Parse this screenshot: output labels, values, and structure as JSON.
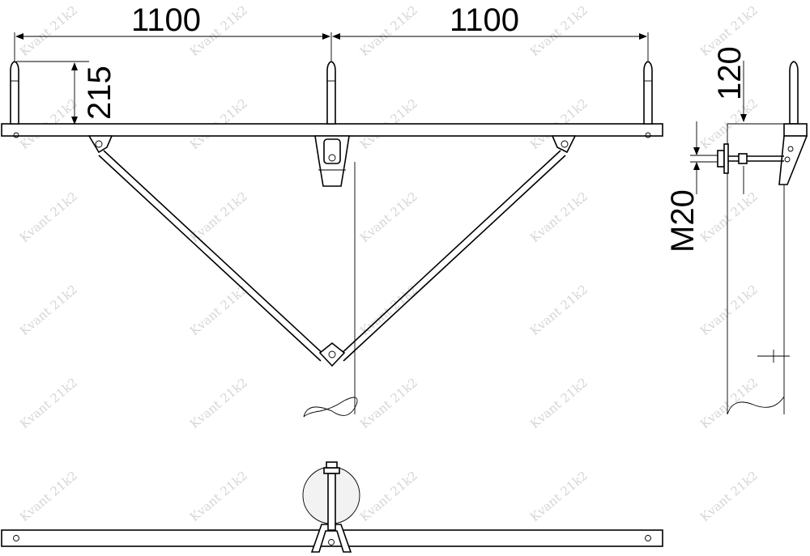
{
  "dimensions": {
    "span_left": "1100",
    "span_right": "1100",
    "height_pin": "215",
    "side_offset": "120",
    "bolt_size": "M20"
  },
  "watermark": "Kvant 21k2"
}
